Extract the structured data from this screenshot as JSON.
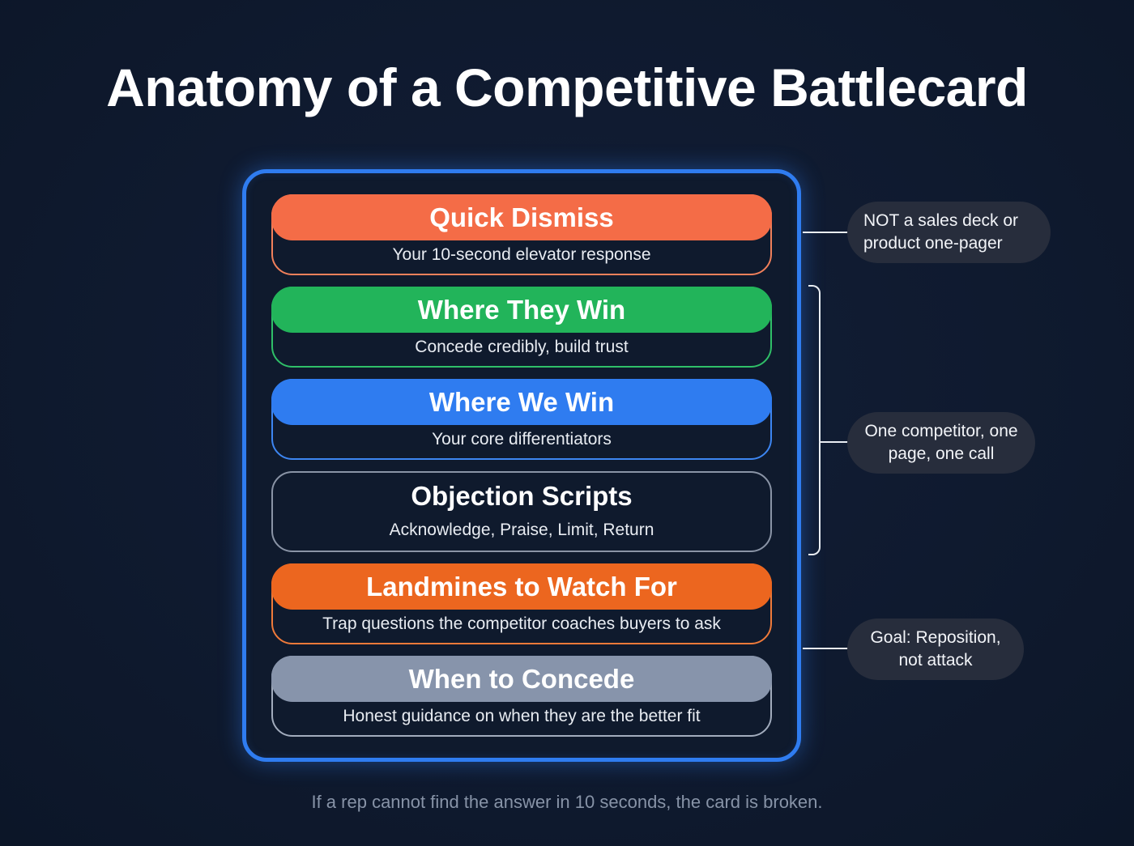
{
  "title": "Anatomy of a Competitive Battlecard",
  "cards": [
    {
      "title": "Quick Dismiss",
      "subtitle": "Your 10-second elevator response",
      "color": "#f46c47",
      "border": "#f1805b"
    },
    {
      "title": "Where They Win",
      "subtitle": "Concede credibly, build trust",
      "color": "#22b45a",
      "border": "#2fbf68"
    },
    {
      "title": "Where We Win",
      "subtitle": "Your core differentiators",
      "color": "#2f7cf0",
      "border": "#3d86f2"
    },
    {
      "title": "Objection Scripts",
      "subtitle": "Acknowledge, Praise, Limit, Return",
      "color": null,
      "border": "#8a94a6"
    },
    {
      "title": "Landmines to Watch For",
      "subtitle": "Trap questions the competitor coaches buyers to ask",
      "color": "#ec661f",
      "border": "#ef7a3a"
    },
    {
      "title": "When to Concede",
      "subtitle": "Honest guidance on when they are the better fit",
      "color": "#8794ab",
      "border": "#a2acbd"
    }
  ],
  "callouts": [
    {
      "text": "NOT a sales deck or product one-pager"
    },
    {
      "text": "One competitor, one page, one call"
    },
    {
      "text": "Goal: Reposition, not attack"
    }
  ],
  "footer": "If a rep cannot find the answer in 10 seconds, the card is broken."
}
